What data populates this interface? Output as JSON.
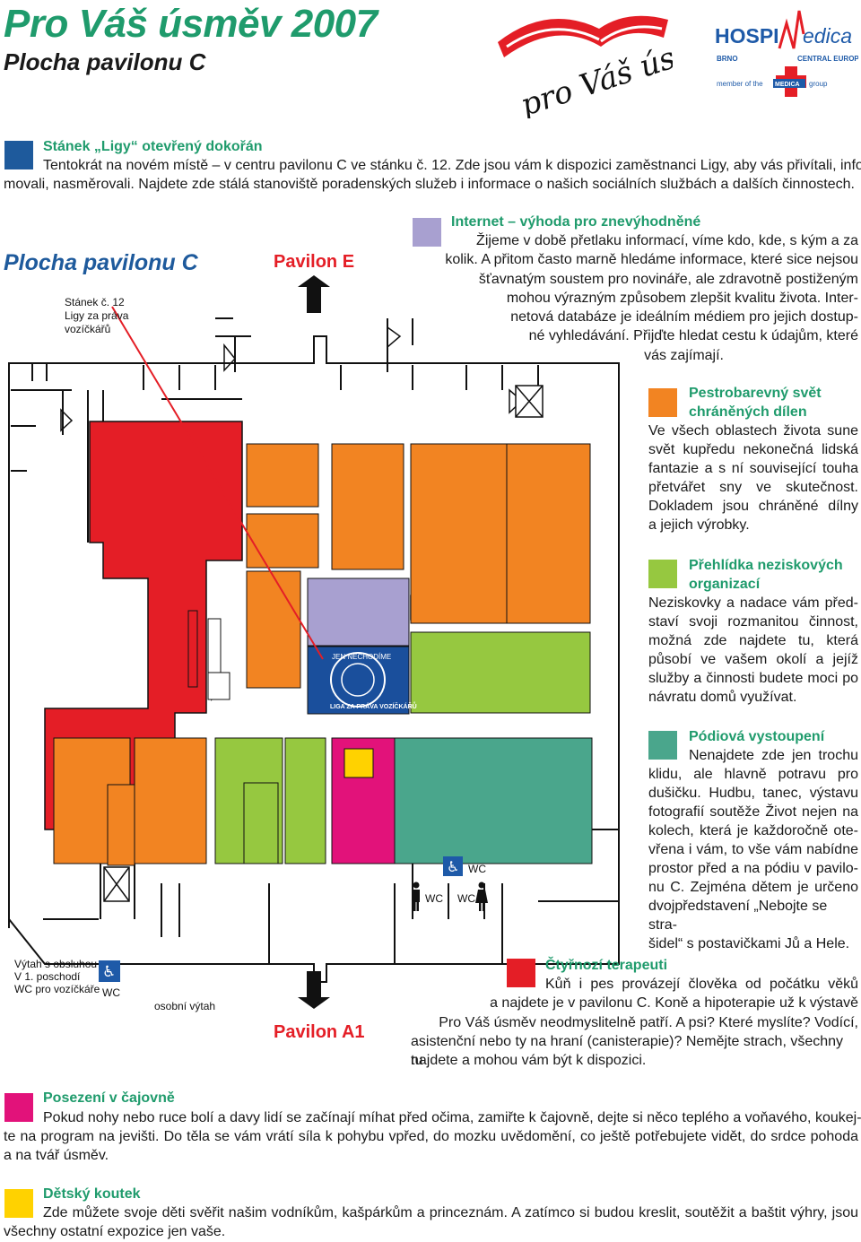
{
  "header": {
    "title": "Pro Váš úsměv 2007",
    "subtitle": "Plocha pavilonu C",
    "logo_text": "pro Váš úsměv",
    "hospimedica": {
      "hospi": "HOSPI",
      "medica": "edica",
      "brno": "BRNO",
      "central": "CENTRAL EUROPE",
      "member": "member of the",
      "medica_badge": "MEDICA",
      "group": "group"
    }
  },
  "colors": {
    "green_heading": "#1f9b6c",
    "blue": "#1e5a9c",
    "lavender": "#a8a0d0",
    "orange": "#f28422",
    "light_green": "#96c840",
    "teal": "#4aa68c",
    "red": "#e41e26",
    "magenta": "#e2127a",
    "yellow": "#ffd200",
    "blue_booth": "#1a4f9c"
  },
  "sections": {
    "stanek": {
      "heading": "Stánek „Ligy“ otevřený dokořán",
      "line1": "Tentokrát na novém místě – v centru pavilonu C ve stánku č. 12. Zde jsou vám k dispozici zaměstnanci Ligy, aby vás přivítali, infor-",
      "line2": "movali, nasměrovali. Najdete zde stálá stanoviště poradenských služeb i informace o našich sociálních službách a dalších činnostech."
    },
    "internet": {
      "heading": "Internet – výhoda pro znevýhodněné",
      "lines": [
        "Žijeme v době přetlaku informací, víme kdo, kde, s kým a za",
        "kolik. A přitom často marně hledáme informace, které sice nejsou",
        "šťavnatým soustem pro novináře, ale zdravotně postiženým",
        "mohou výrazným způsobem zlepšit kvalitu života. Inter-",
        "netová databáze je ideálním médiem pro jejich dostup-",
        "né vyhledávání. Přijďte hledat cestu k údajům, které",
        "vás zajímají."
      ]
    },
    "pestrobarevny": {
      "heading1": "Pestrobarevný svět",
      "heading2": "chráněných dílen",
      "lines": [
        "Ve všech oblastech života sune",
        "svět kupředu nekonečná lidská",
        "fantazie a s ní související touha",
        "přetvářet sny ve skutečnost.",
        "Dokladem jsou chráněné dílny",
        "a jejich výrobky."
      ]
    },
    "prehlidka": {
      "heading1": "Přehlídka neziskových",
      "heading2": "organizací",
      "lines": [
        "Neziskovky a nadace vám před-",
        "staví svoji rozmanitou činnost,",
        "možná zde najdete tu, která",
        "působí ve vašem okolí a jejíž",
        "služby a činnosti budete moci po",
        "návratu domů využívat."
      ]
    },
    "podiova": {
      "heading": "Pódiová vystoupení",
      "lines": [
        "Nenajdete zde jen trochu",
        "klidu, ale hlavně potravu pro",
        "dušičku. Hudbu, tanec, výstavu",
        "fotografií soutěže Život nejen na",
        "kolech, která je každoročně ote-",
        "vřena i vám, to vše vám nabídne",
        "prostor před a na pódiu v pavilo-",
        "nu C. Zejména dětem je určeno",
        "dvojpředstavení „Nebojte se stra-",
        "šidel“ s postavičkami Jů a Hele."
      ]
    },
    "ctyrnozi": {
      "heading": "Čtyřnozí terapeuti",
      "lines": [
        "Kůň i pes provázejí člověka od počátku věků",
        "a najdete je v pavilonu C. Koně a hipoterapie už k výstavě",
        "Pro Váš úsměv neodmyslitelně patří. A psi? Které myslíte? Vodící,",
        "asistenční nebo ty na hraní (canisterapie)? Nemějte strach, všechny tu",
        "najdete a mohou vám být k dispozici."
      ]
    },
    "posezeni": {
      "heading": "Posezení v čajovně",
      "line1": "Pokud nohy nebo ruce bolí a davy lidí se začínají míhat před očima, zamiřte k čajovně, dejte si něco teplého a voňavého, koukej-",
      "line2": "te na program na jevišti. Do těla se vám vrátí síla k pohybu vpřed, do mozku uvědomění, co ještě potřebujete vidět, do srdce pohoda",
      "line3": "a na tvář úsměv."
    },
    "detsky": {
      "heading": "Dětský koutek",
      "line1": "Zde můžete svoje děti svěřit našim vodníkům, kašpárkům a princeznám. A zatímco si budou kreslit, soutěžit a baštit výhry, jsou",
      "line2": "všechny ostatní expozice jen vaše."
    }
  },
  "map": {
    "title": "Plocha pavilonu C",
    "pavilon_e": "Pavilon E",
    "pavilon_a1": "Pavilon A1",
    "stanek_label": [
      "Stánek č. 12",
      "Ligy za práva",
      "vozíčkářů"
    ],
    "vytah_label": [
      "Výtah s obsluhou",
      "V 1. poschodí",
      "WC pro vozíčkáře"
    ],
    "wc": "WC",
    "osobni_vytah": "osobní výtah",
    "liga_top": "JEN NECHODÍME",
    "liga_bottom": "LIGA ZA PRÁVA VOZÍČKÁŘŮ"
  }
}
